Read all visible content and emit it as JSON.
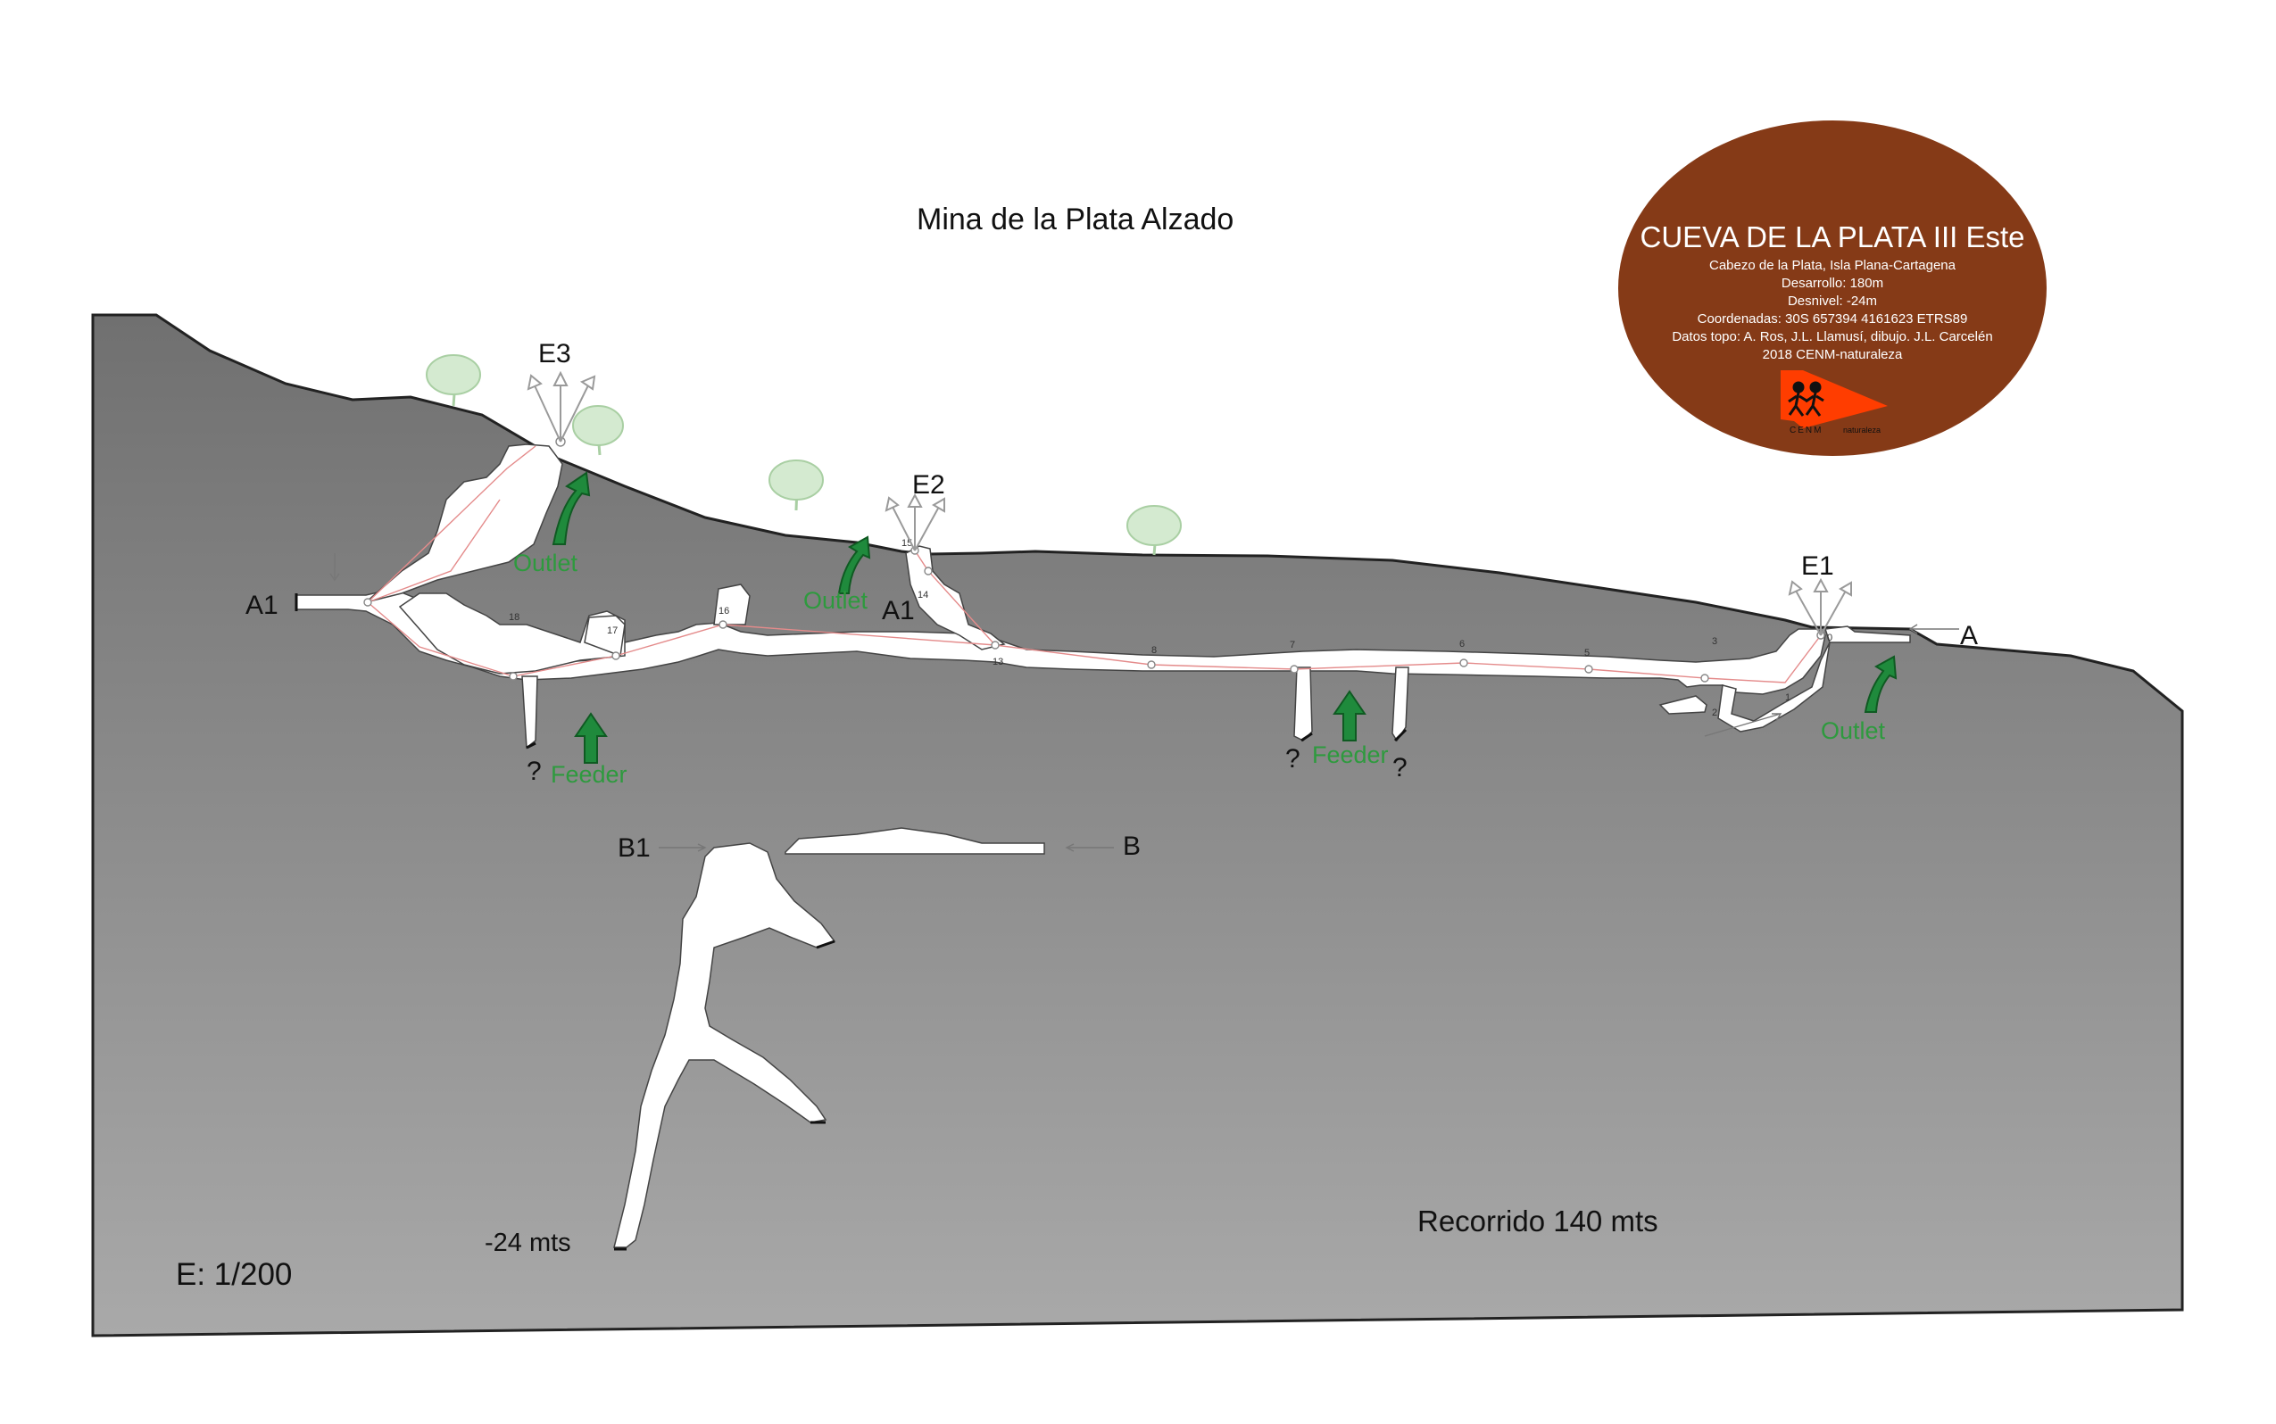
{
  "title": "Mina de la Plata Alzado",
  "info_panel": {
    "cave_name": "CUEVA DE LA PLATA III Este",
    "location": "Cabezo de la Plata, Isla Plana-Cartagena",
    "development": "Desarrollo: 180m",
    "depth": "Desnivel: -24m",
    "coordinates": "Coordenadas: 30S 657394  4161623   ETRS89",
    "survey_credits": "Datos topo: A. Ros, J.L. Llamusí, dibujo. J.L. Carcelén",
    "year_org": "2018 CENM-naturaleza",
    "logo_text": "CENM",
    "logo_sub": "naturaleza",
    "bg_color": "#853a17",
    "logo_color": "#ff3d00"
  },
  "entrances": {
    "e1": "E1",
    "e2": "E2",
    "e3": "E3"
  },
  "section_marks": {
    "a": "A",
    "a1_left": "A1",
    "a1_mid": "A1",
    "b": "B",
    "b1": "B1"
  },
  "flow_labels": {
    "outlet_e3": "Outlet",
    "outlet_e2": "Outlet",
    "outlet_e1": "Outlet",
    "feeder_left": "Feeder",
    "feeder_right": "Feeder"
  },
  "unknown_marks": {
    "left": "?",
    "right_a": "?",
    "right_b": "?"
  },
  "stations": [
    "0",
    "1",
    "2",
    "3",
    "5",
    "6",
    "7",
    "8",
    "13",
    "14",
    "15",
    "16",
    "17",
    "18"
  ],
  "depth_label": "-24 mts",
  "length_label": "Recorrido 140 mts",
  "scale_label": "E: 1/200",
  "colors": {
    "outlet_green": "#2e9a3e",
    "arrow_fill": "#1f8a3c",
    "rock_top": "#707070",
    "rock_bottom": "#a7a7a7"
  }
}
